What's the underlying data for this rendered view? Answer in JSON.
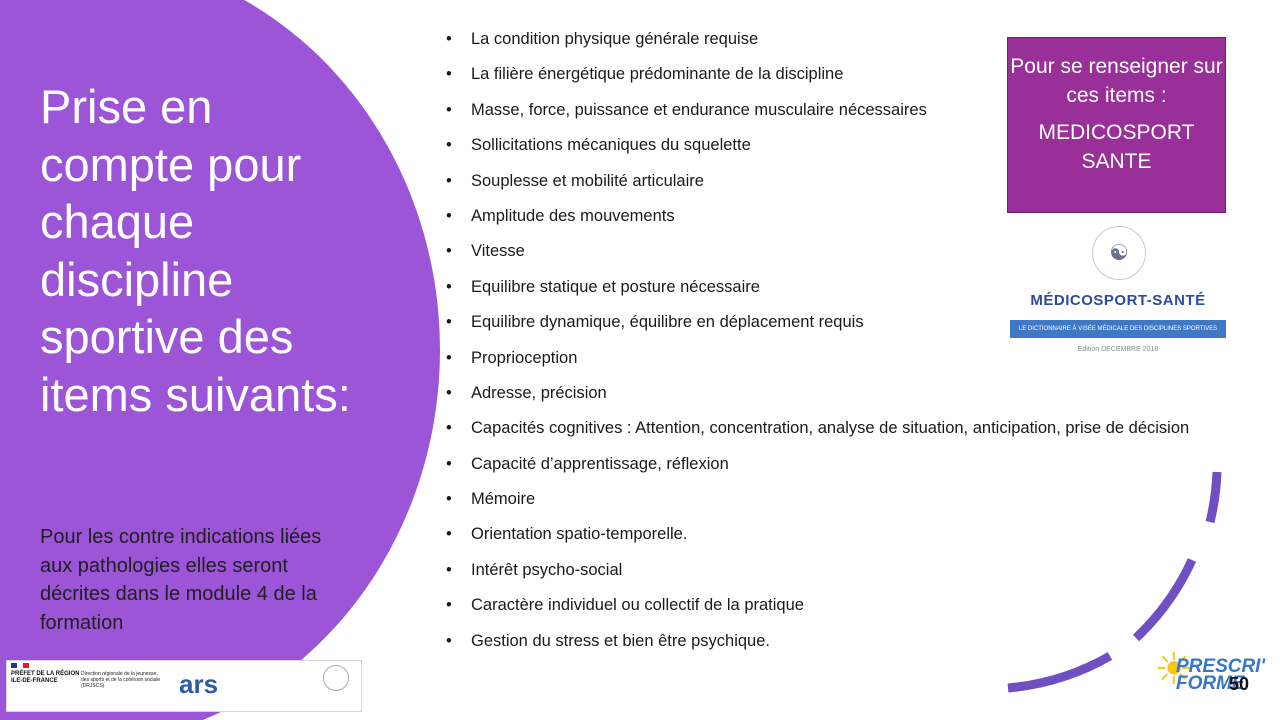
{
  "left_panel": {
    "title": "Prise en compte pour chaque discipline sportive des items suivants:",
    "subtitle": "Pour les contre indications liées aux pathologies elles seront décrites dans le module 4 de la formation"
  },
  "items": [
    "La condition physique générale requise",
    "La filière énergétique prédominante de la discipline",
    "Masse, force, puissance et endurance musculaire nécessaires",
    "Sollicitations mécaniques du squelette",
    "Souplesse et mobilité articulaire",
    "Amplitude des mouvements",
    "Vitesse",
    "Equilibre statique et posture nécessaire",
    "Equilibre dynamique, équilibre en déplacement requis",
    "Proprioception",
    "Adresse, précision",
    "Capacités cognitives : Attention, concentration, analyse de situation, anticipation, prise de décision",
    "Capacité d’apprentissage, réflexion",
    "Mémoire",
    "Orientation spatio-temporelle.",
    "Intérêt psycho-social",
    "Caractère individuel ou collectif de la pratique",
    "Gestion du stress et bien être psychique."
  ],
  "bullet": "•",
  "info_box": {
    "text": "Pour  se renseigner sur ces items :",
    "org": "MEDICOSPORT SANTE"
  },
  "medicosport_logo": {
    "name": "MÉDICOSPORT-SANTÉ",
    "band": "LE DICTIONNAIRE À VISÉE MÉDICALE DES DISCIPLINES SPORTIVES",
    "edition": "Edition DECEMBRE 2018"
  },
  "footer": {
    "prefet": "PRÉFET DE LA RÉGION ILE-DE-FRANCE",
    "drajes": "Direction régionale de la jeunesse, des sports et de la cohésion sociale (DRJSCS)",
    "ars": "ars"
  },
  "prescriforme": "PRESCRI' FORME",
  "page_number": "50",
  "colors": {
    "circle": "#9b55d6",
    "info_box": "#992f99",
    "ring": "#6f4fc2",
    "brand_blue": "#3477c9",
    "sun": "#f5c518"
  }
}
